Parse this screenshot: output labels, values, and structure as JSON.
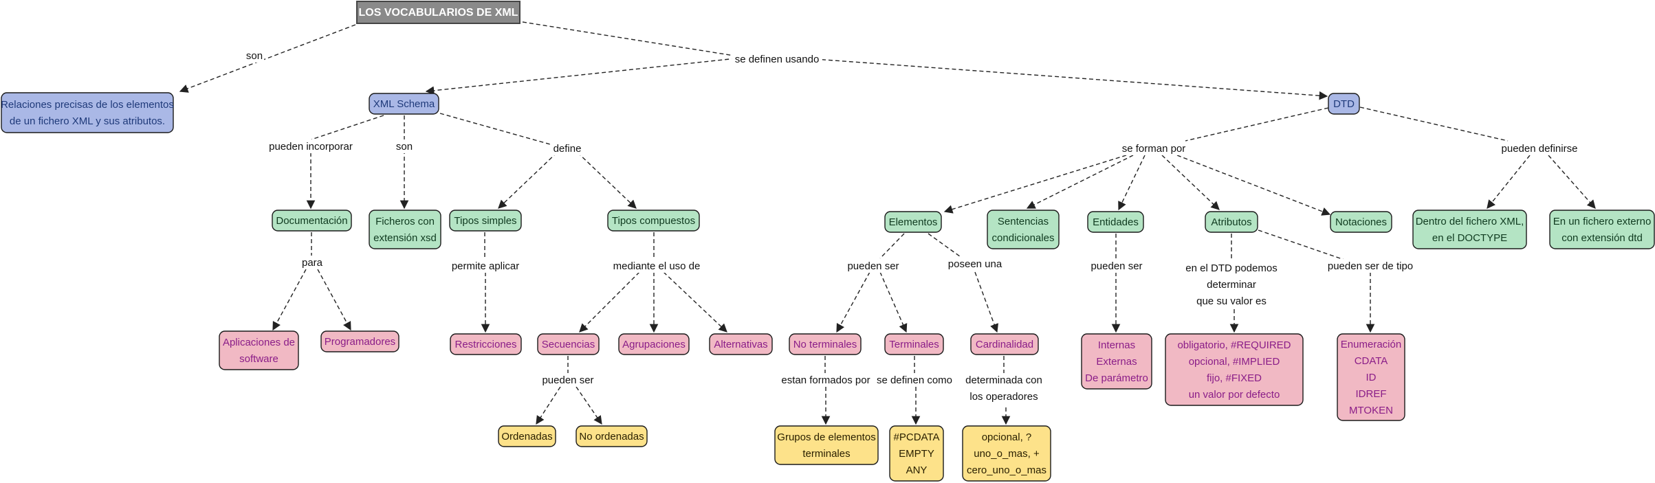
{
  "colors": {
    "title_fill": "#8a8a8a",
    "blue_fill": "#aab8e6",
    "blue_text": "#1f3a7a",
    "green_fill": "#b4e4c4",
    "green_text": "#0f3a1f",
    "pink_fill": "#f1b9c4",
    "pink_text": "#8a1d88",
    "yellow_fill": "#fde28a",
    "yellow_text": "#2a2000",
    "edge": "#222222"
  },
  "nodes": {
    "title": "LOS VOCABULARIOS DE XML",
    "relaciones": [
      "Relaciones precisas de los elementos",
      "de un fichero XML y sus atributos."
    ],
    "xmlschema": "XML Schema",
    "dtd": "DTD",
    "documentacion": "Documentación",
    "ficheros": [
      "Ficheros con",
      "extensión xsd"
    ],
    "tipos_simples": "Tipos simples",
    "tipos_compuestos": "Tipos compuestos",
    "aplicaciones": [
      "Aplicaciones de",
      "software"
    ],
    "programadores": "Programadores",
    "restricciones": "Restricciones",
    "secuencias": "Secuencias",
    "agrupaciones": "Agrupaciones",
    "alternativas": "Alternativas",
    "ordenadas": "Ordenadas",
    "no_ordenadas": "No ordenadas",
    "elementos": "Elementos",
    "sentencias": [
      "Sentencias",
      "condicionales"
    ],
    "entidades": "Entidades",
    "atributos": "Atributos",
    "notaciones": "Notaciones",
    "dentro": [
      "Dentro del fichero XML,",
      "en el DOCTYPE"
    ],
    "externo": [
      "En un fichero externo",
      "con extensión dtd"
    ],
    "no_terminales": "No terminales",
    "terminales": "Terminales",
    "cardinalidad": "Cardinalidad",
    "grupos": [
      "Grupos de elementos",
      "terminales"
    ],
    "pcdata": [
      "#PCDATA",
      "EMPTY",
      "ANY"
    ],
    "operadores": [
      "opcional, ?",
      "uno_o_mas, +",
      "cero_uno_o_mas"
    ],
    "internas": [
      "Internas",
      "Externas",
      "De parámetro"
    ],
    "obligatorio": [
      "obligatorio, #REQUIRED",
      "opcional, #IMPLIED",
      "fijo, #FIXED",
      "un valor por defecto"
    ],
    "enumeracion": [
      "Enumeración",
      "CDATA",
      "ID",
      "IDREF",
      "MTOKEN"
    ]
  },
  "labels": {
    "son_top": "son",
    "se_definen": "se definen usando",
    "pueden_incorporar": "pueden incorporar",
    "son_xs": "son",
    "define": "define",
    "para": "para",
    "permite_aplicar": "permite aplicar",
    "mediante": "mediante el uso de",
    "pueden_ser_seq": "pueden ser",
    "se_forman": "se forman por",
    "pueden_definirse": "pueden definirse",
    "pueden_ser_el": "pueden ser",
    "poseen_una": "poseen una",
    "estan_formados": "estan formados por",
    "se_definen_como": "se definen como",
    "determinada": [
      "determinada con",
      "los operadores"
    ],
    "pueden_ser_ent": "pueden ser",
    "en_el_dtd": [
      "en el DTD podemos",
      "determinar",
      "que su valor es"
    ],
    "pueden_ser_tipo": "pueden ser de tipo"
  }
}
